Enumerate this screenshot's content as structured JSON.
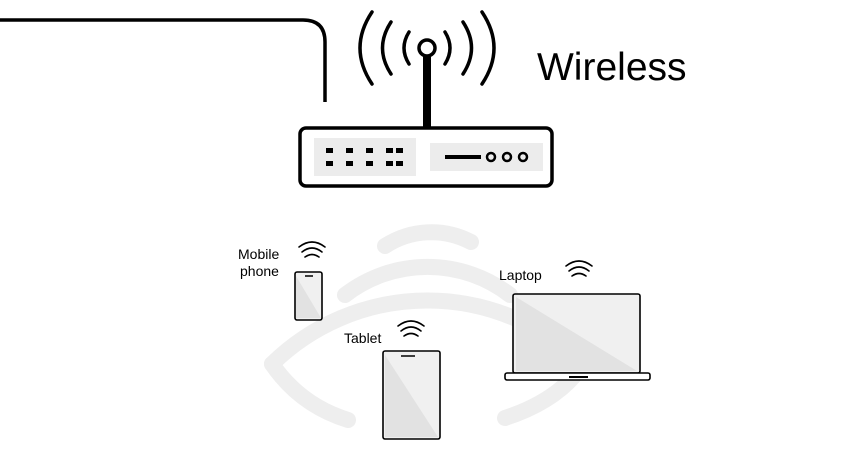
{
  "title": "Wireless",
  "devices": {
    "mobile": {
      "label_line1": "Mobile",
      "label_line2": "phone"
    },
    "tablet": {
      "label": "Tablet"
    },
    "laptop": {
      "label": "Laptop"
    }
  },
  "colors": {
    "stroke": "#000000",
    "panel": "#ececec",
    "screen": "#f0f0f0",
    "screen_glare": "#e2e2e2",
    "waves": "#eeeeee"
  },
  "icons": [
    "router-icon",
    "antenna-icon",
    "wifi-signal-icon",
    "mobile-phone-icon",
    "tablet-icon",
    "laptop-icon"
  ]
}
